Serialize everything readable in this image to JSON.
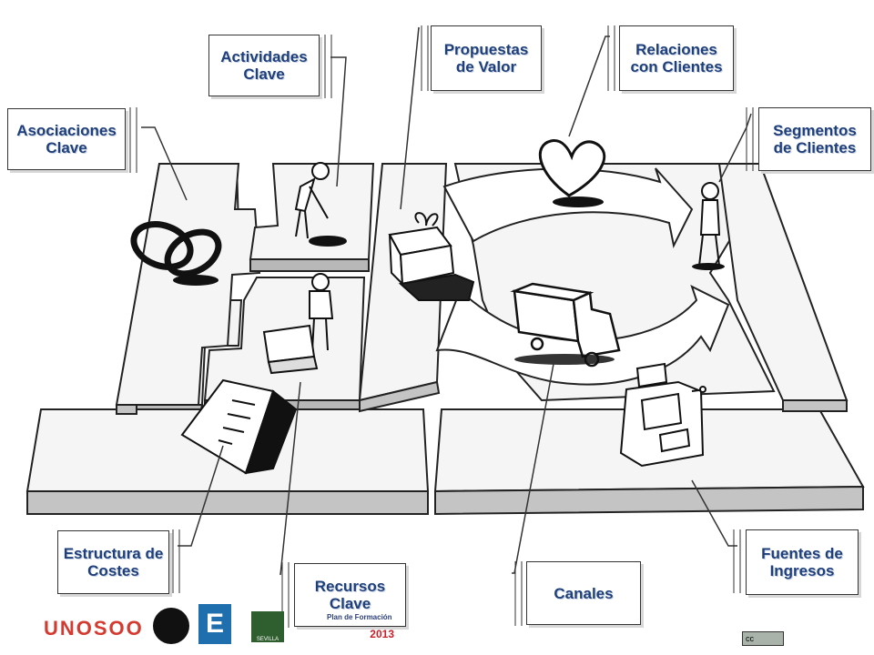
{
  "labels": {
    "asociaciones_clave": "Asociaciones Clave",
    "actividades_clave": "Actividades Clave",
    "propuestas_de_valor": "Propuestas de Valor",
    "relaciones_con_clientes": "Relaciones con Clientes",
    "segmentos_de_clientes": "Segmentos de Clientes",
    "estructura_de_costes": "Estructura de Costes",
    "recursos_clave": "Recursos Clave",
    "canales": "Canales",
    "fuentes_de_ingresos": "Fuentes de Ingresos"
  },
  "footer": {
    "unosoo_logo_text": "UNOSOO",
    "e_logo_letter": "E",
    "sevilla_text": "SEVILLA",
    "plan_formacion_text": "Plan de Formación",
    "plan_year": "2013",
    "cc_badge": "cc"
  },
  "colors": {
    "label_text": "#1f3f7a",
    "unosoo": "#d43a2f",
    "e_logo": "#1f6fae",
    "sevilla_green": "#2f5e2f"
  }
}
